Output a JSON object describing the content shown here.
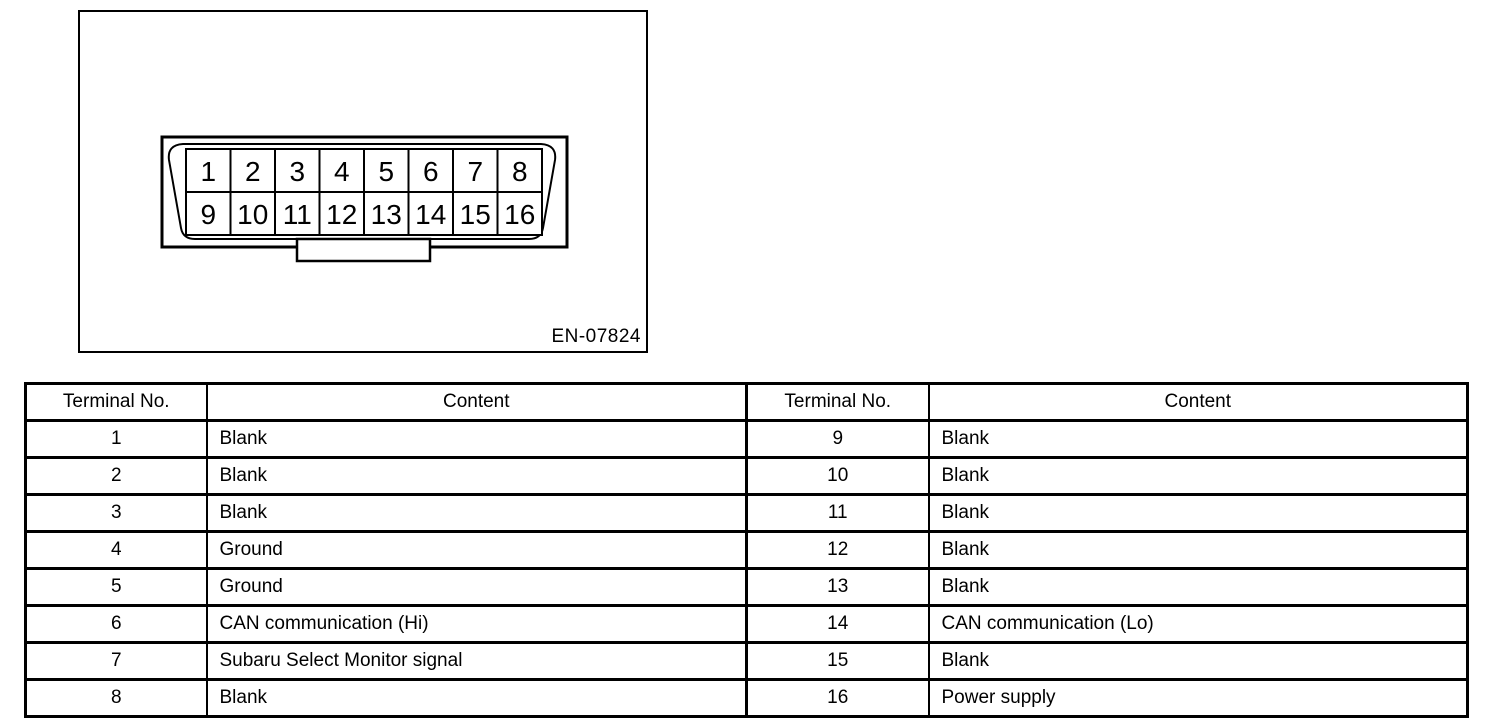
{
  "figure": {
    "label": "EN-07824",
    "connector": {
      "pins_row1": [
        "1",
        "2",
        "3",
        "4",
        "5",
        "6",
        "7",
        "8"
      ],
      "pins_row2": [
        "9",
        "10",
        "11",
        "12",
        "13",
        "14",
        "15",
        "16"
      ]
    }
  },
  "table": {
    "headers": [
      "Terminal No.",
      "Content",
      "Terminal No.",
      "Content"
    ],
    "rows": [
      [
        "1",
        "Blank",
        "9",
        "Blank"
      ],
      [
        "2",
        "Blank",
        "10",
        "Blank"
      ],
      [
        "3",
        "Blank",
        "11",
        "Blank"
      ],
      [
        "4",
        "Ground",
        "12",
        "Blank"
      ],
      [
        "5",
        "Ground",
        "13",
        "Blank"
      ],
      [
        "6",
        "CAN communication (Hi)",
        "14",
        "CAN communication (Lo)"
      ],
      [
        "7",
        "Subaru Select Monitor signal",
        "15",
        "Blank"
      ],
      [
        "8",
        "Blank",
        "16",
        "Power supply"
      ]
    ]
  },
  "colors": {
    "ink": "#000000",
    "paper": "#ffffff"
  }
}
